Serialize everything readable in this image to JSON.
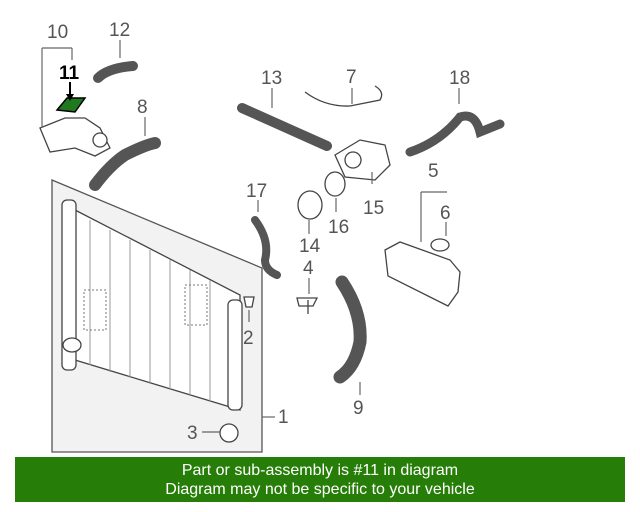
{
  "callouts": {
    "c1": "1",
    "c2": "2",
    "c3": "3",
    "c4": "4",
    "c5": "5",
    "c6": "6",
    "c7": "7",
    "c8": "8",
    "c9": "9",
    "c10": "10",
    "c11": "11",
    "c12": "12",
    "c13": "13",
    "c14": "14",
    "c15": "15",
    "c16": "16",
    "c17": "17",
    "c18": "18"
  },
  "highlighted_part": "11",
  "highlight_color": "#1f7a1f",
  "banner": {
    "line1": "Part or sub-assembly is #11 in diagram",
    "line2": "Diagram may not be specific to your vehicle",
    "background": "#267d07"
  }
}
